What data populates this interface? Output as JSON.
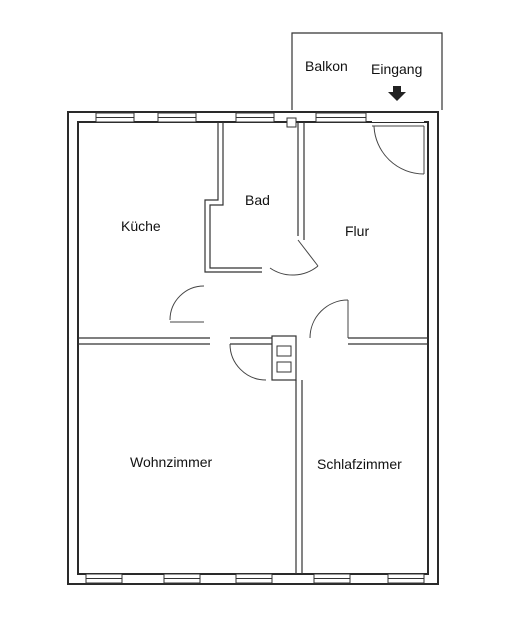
{
  "floorplan": {
    "rooms": {
      "balkon": "Balkon",
      "eingang": "Eingang",
      "kueche": "Küche",
      "bad": "Bad",
      "flur": "Flur",
      "wohnzimmer": "Wohnzimmer",
      "schlafzimmer": "Schlafzimmer"
    },
    "colors": {
      "wall": "#2a2a2a",
      "background": "#ffffff",
      "text": "#111111"
    },
    "icons": {
      "entrance": "arrow-down-icon"
    }
  }
}
